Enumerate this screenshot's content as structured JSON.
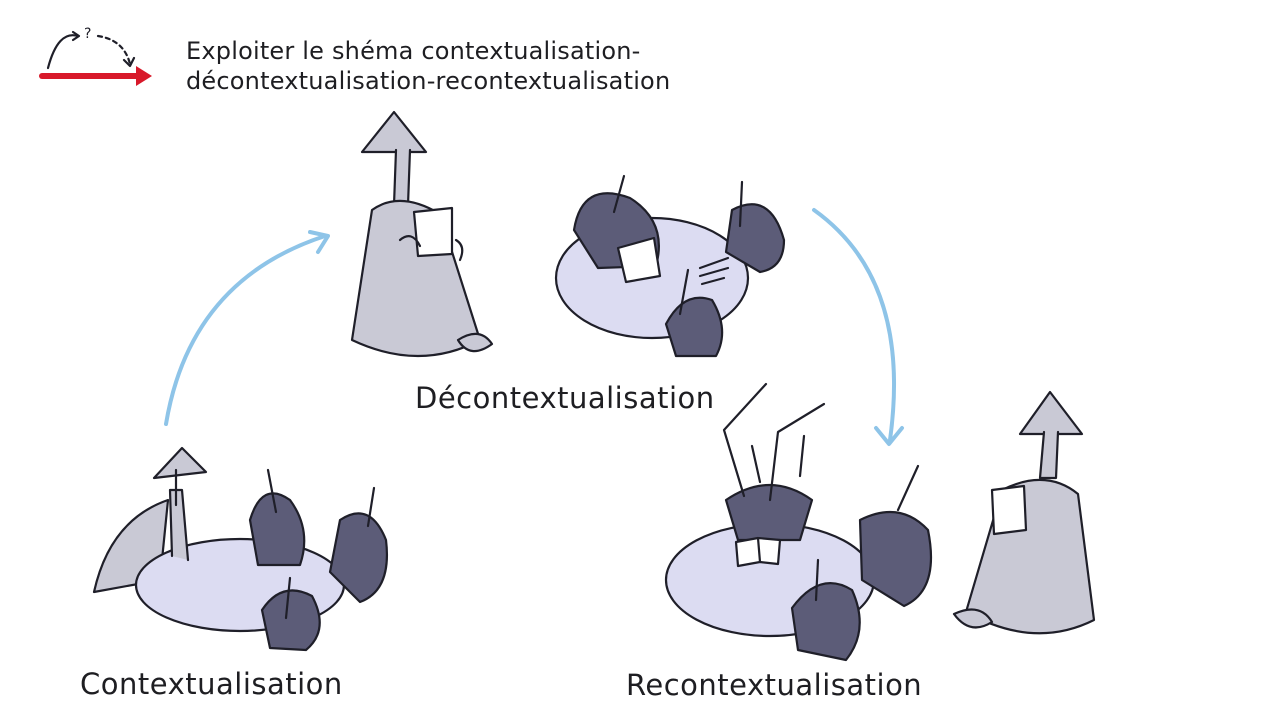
{
  "header": {
    "title_line1": "Exploiter le shéma contextualisation-",
    "title_line2": "décontextualisation-recontextualisation",
    "icon": "curved-arrow-question-icon"
  },
  "phases": [
    {
      "label": "Contextualisation"
    },
    {
      "label": "Décontextualisation"
    },
    {
      "label": "Recontextualisation"
    }
  ],
  "colors": {
    "background": "#ffffff",
    "ink": "#1f1f29",
    "table": "#dcdcf2",
    "student": "#5c5c78",
    "teacher": "#c9c9d5",
    "flow_arrow": "#8ec4e8",
    "accent_arrow": "#d8192a"
  }
}
